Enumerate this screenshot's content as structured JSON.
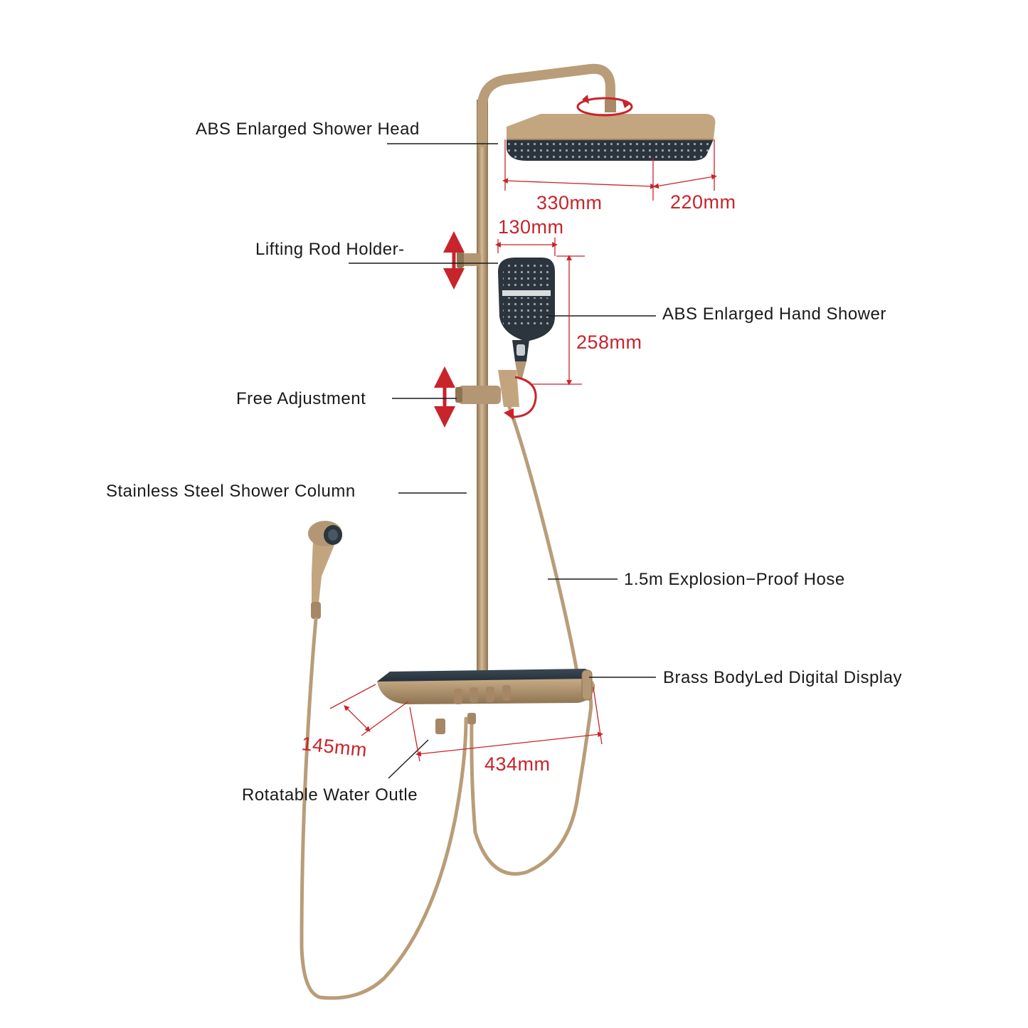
{
  "callouts": {
    "shower_head": "ABS Enlarged Shower Head",
    "lifting_rod_holder": "Lifting Rod Holder-",
    "hand_shower": "ABS Enlarged Hand Shower",
    "free_adjustment": "Free Adjustment",
    "shower_column": "Stainless Steel Shower Column",
    "hose": "1.5m Explosion−Proof Hose",
    "display": "Brass BodyLed Digital Display",
    "water_outlet": "Rotatable Water Outle"
  },
  "dimensions": {
    "head_length": "330mm",
    "head_width": "220mm",
    "hand_offset": "130mm",
    "hand_height": "258mm",
    "shelf_depth": "145mm",
    "shelf_length": "434mm"
  },
  "colors": {
    "brass": "#b99d78",
    "panel": "#2e3a44",
    "annotation_red": "#c8242b",
    "text": "#1a1a1a"
  }
}
